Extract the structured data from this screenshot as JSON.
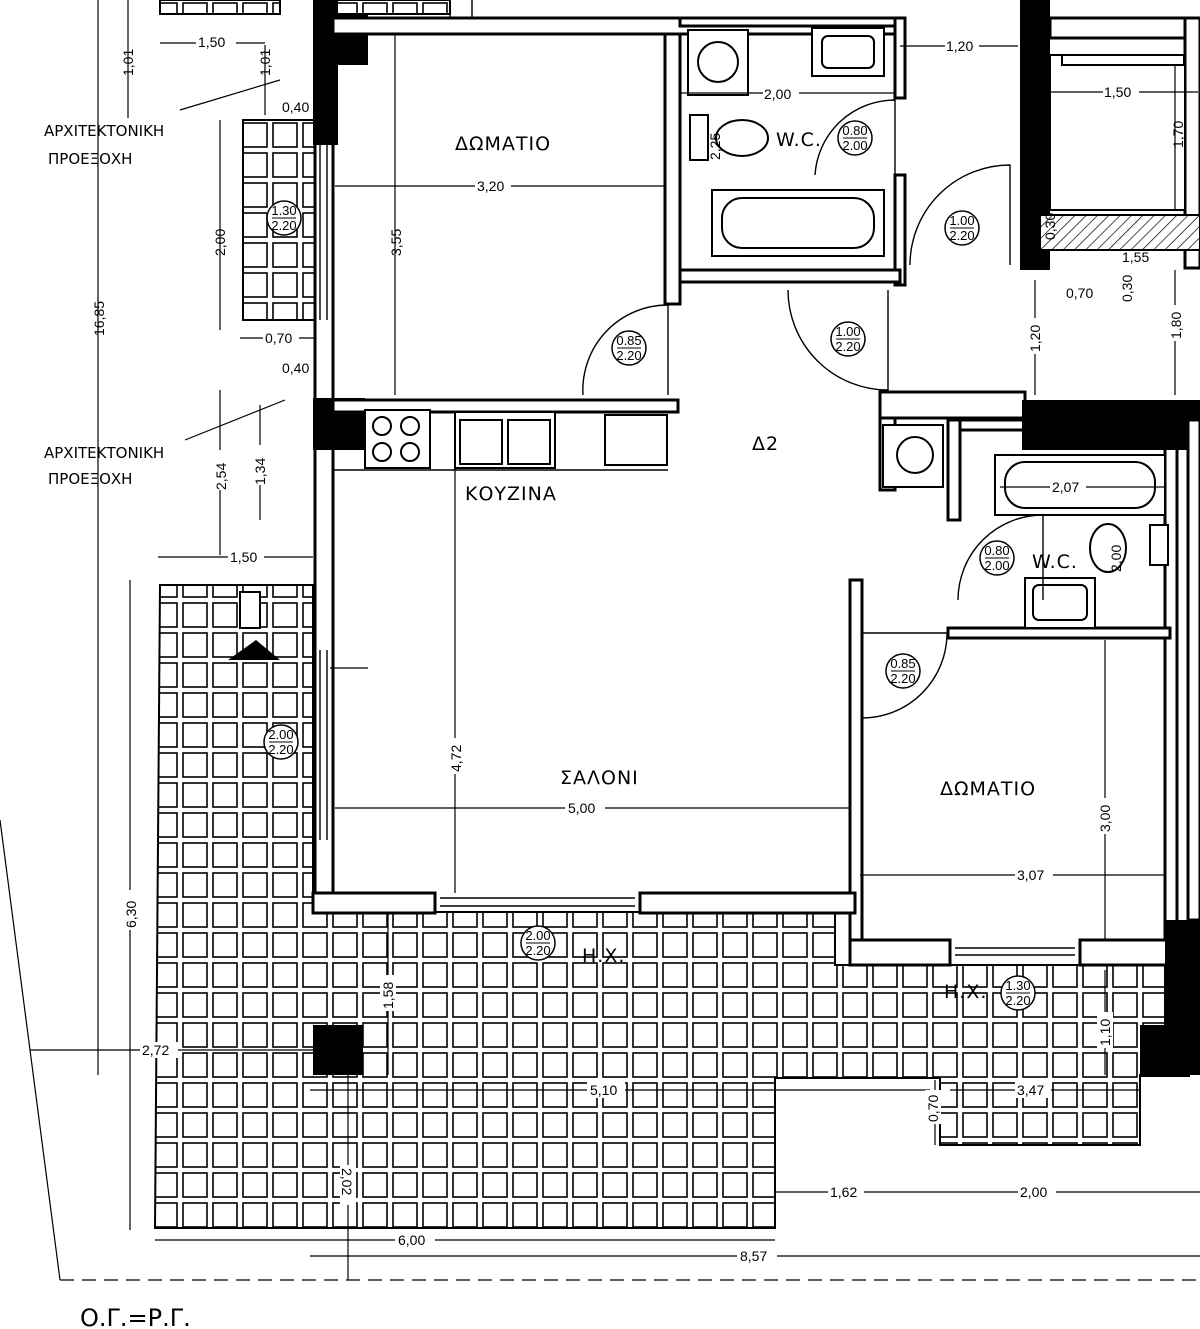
{
  "rooms": {
    "room1": "ΔΩΜΑΤΙΟ",
    "room2": "ΔΩΜΑΤΙΟ",
    "kitchen": "ΚΟΥΖΙΝΑ",
    "living": "ΣΑΛΟΝΙ",
    "hall": "Δ2",
    "wc1": "W.C.",
    "wc2": "W.C.",
    "hx1": "Η.Χ.",
    "hx2": "Η.Χ."
  },
  "notes": {
    "projection1_line1": "ΑΡΧΙΤΕΚΤΟΝΙΚΗ",
    "projection1_line2": "ΠΡΟΕΞΟΧΗ",
    "projection2_line1": "ΑΡΧΙΤΕΚΤΟΝΙΚΗ",
    "projection2_line2": "ΠΡΟΕΞΟΧΗ",
    "footer": "Ο.Γ.=Ρ.Γ."
  },
  "openings": {
    "o1": [
      "1.30",
      "2.20"
    ],
    "o2": [
      "0.85",
      "2.20"
    ],
    "o3": [
      "0.80",
      "2.00"
    ],
    "o4": [
      "1.00",
      "2.20"
    ],
    "o5": [
      "1.00",
      "2.20"
    ],
    "o6": [
      "2.00",
      "2.20"
    ],
    "o7": [
      "0.80",
      "2.00"
    ],
    "o8": [
      "0.85",
      "2.20"
    ],
    "o9": [
      "2.00",
      "2.20"
    ],
    "o10": [
      "1.30",
      "2.20"
    ]
  },
  "dimensions": {
    "d_101a": "1,01",
    "d_150a": "1,50",
    "d_101b": "1,01",
    "d_040a": "0,40",
    "d_120a": "1,20",
    "d_200a": "2,00",
    "d_225": "2,25",
    "d_150b": "1,50",
    "d_170": "1,70",
    "d_320": "3,20",
    "d_355": "3,55",
    "d_200b": "2,00",
    "d_1685": "16,85",
    "d_070a": "0,70",
    "d_040b": "0,40",
    "d_030": "0,30",
    "d_155": "1,55",
    "d_070b": "0,70",
    "d_030b": "0,30",
    "d_120b": "1,20",
    "d_180": "1,80",
    "d_254": "2,54",
    "d_134": "1,34",
    "d_150c": "1,50",
    "d_207": "2,07",
    "d_200c": "2,00",
    "d_472": "4,72",
    "d_500": "5,00",
    "d_300": "3,00",
    "d_307": "3,07",
    "d_630": "6,30",
    "d_158": "1,58",
    "d_272": "2,72",
    "d_510": "5,10",
    "d_110": "1,10",
    "d_070c": "0,70",
    "d_347": "3,47",
    "d_202": "2,02",
    "d_162": "1,62",
    "d_200d": "2,00",
    "d_600": "6,00",
    "d_857": "8,57"
  }
}
